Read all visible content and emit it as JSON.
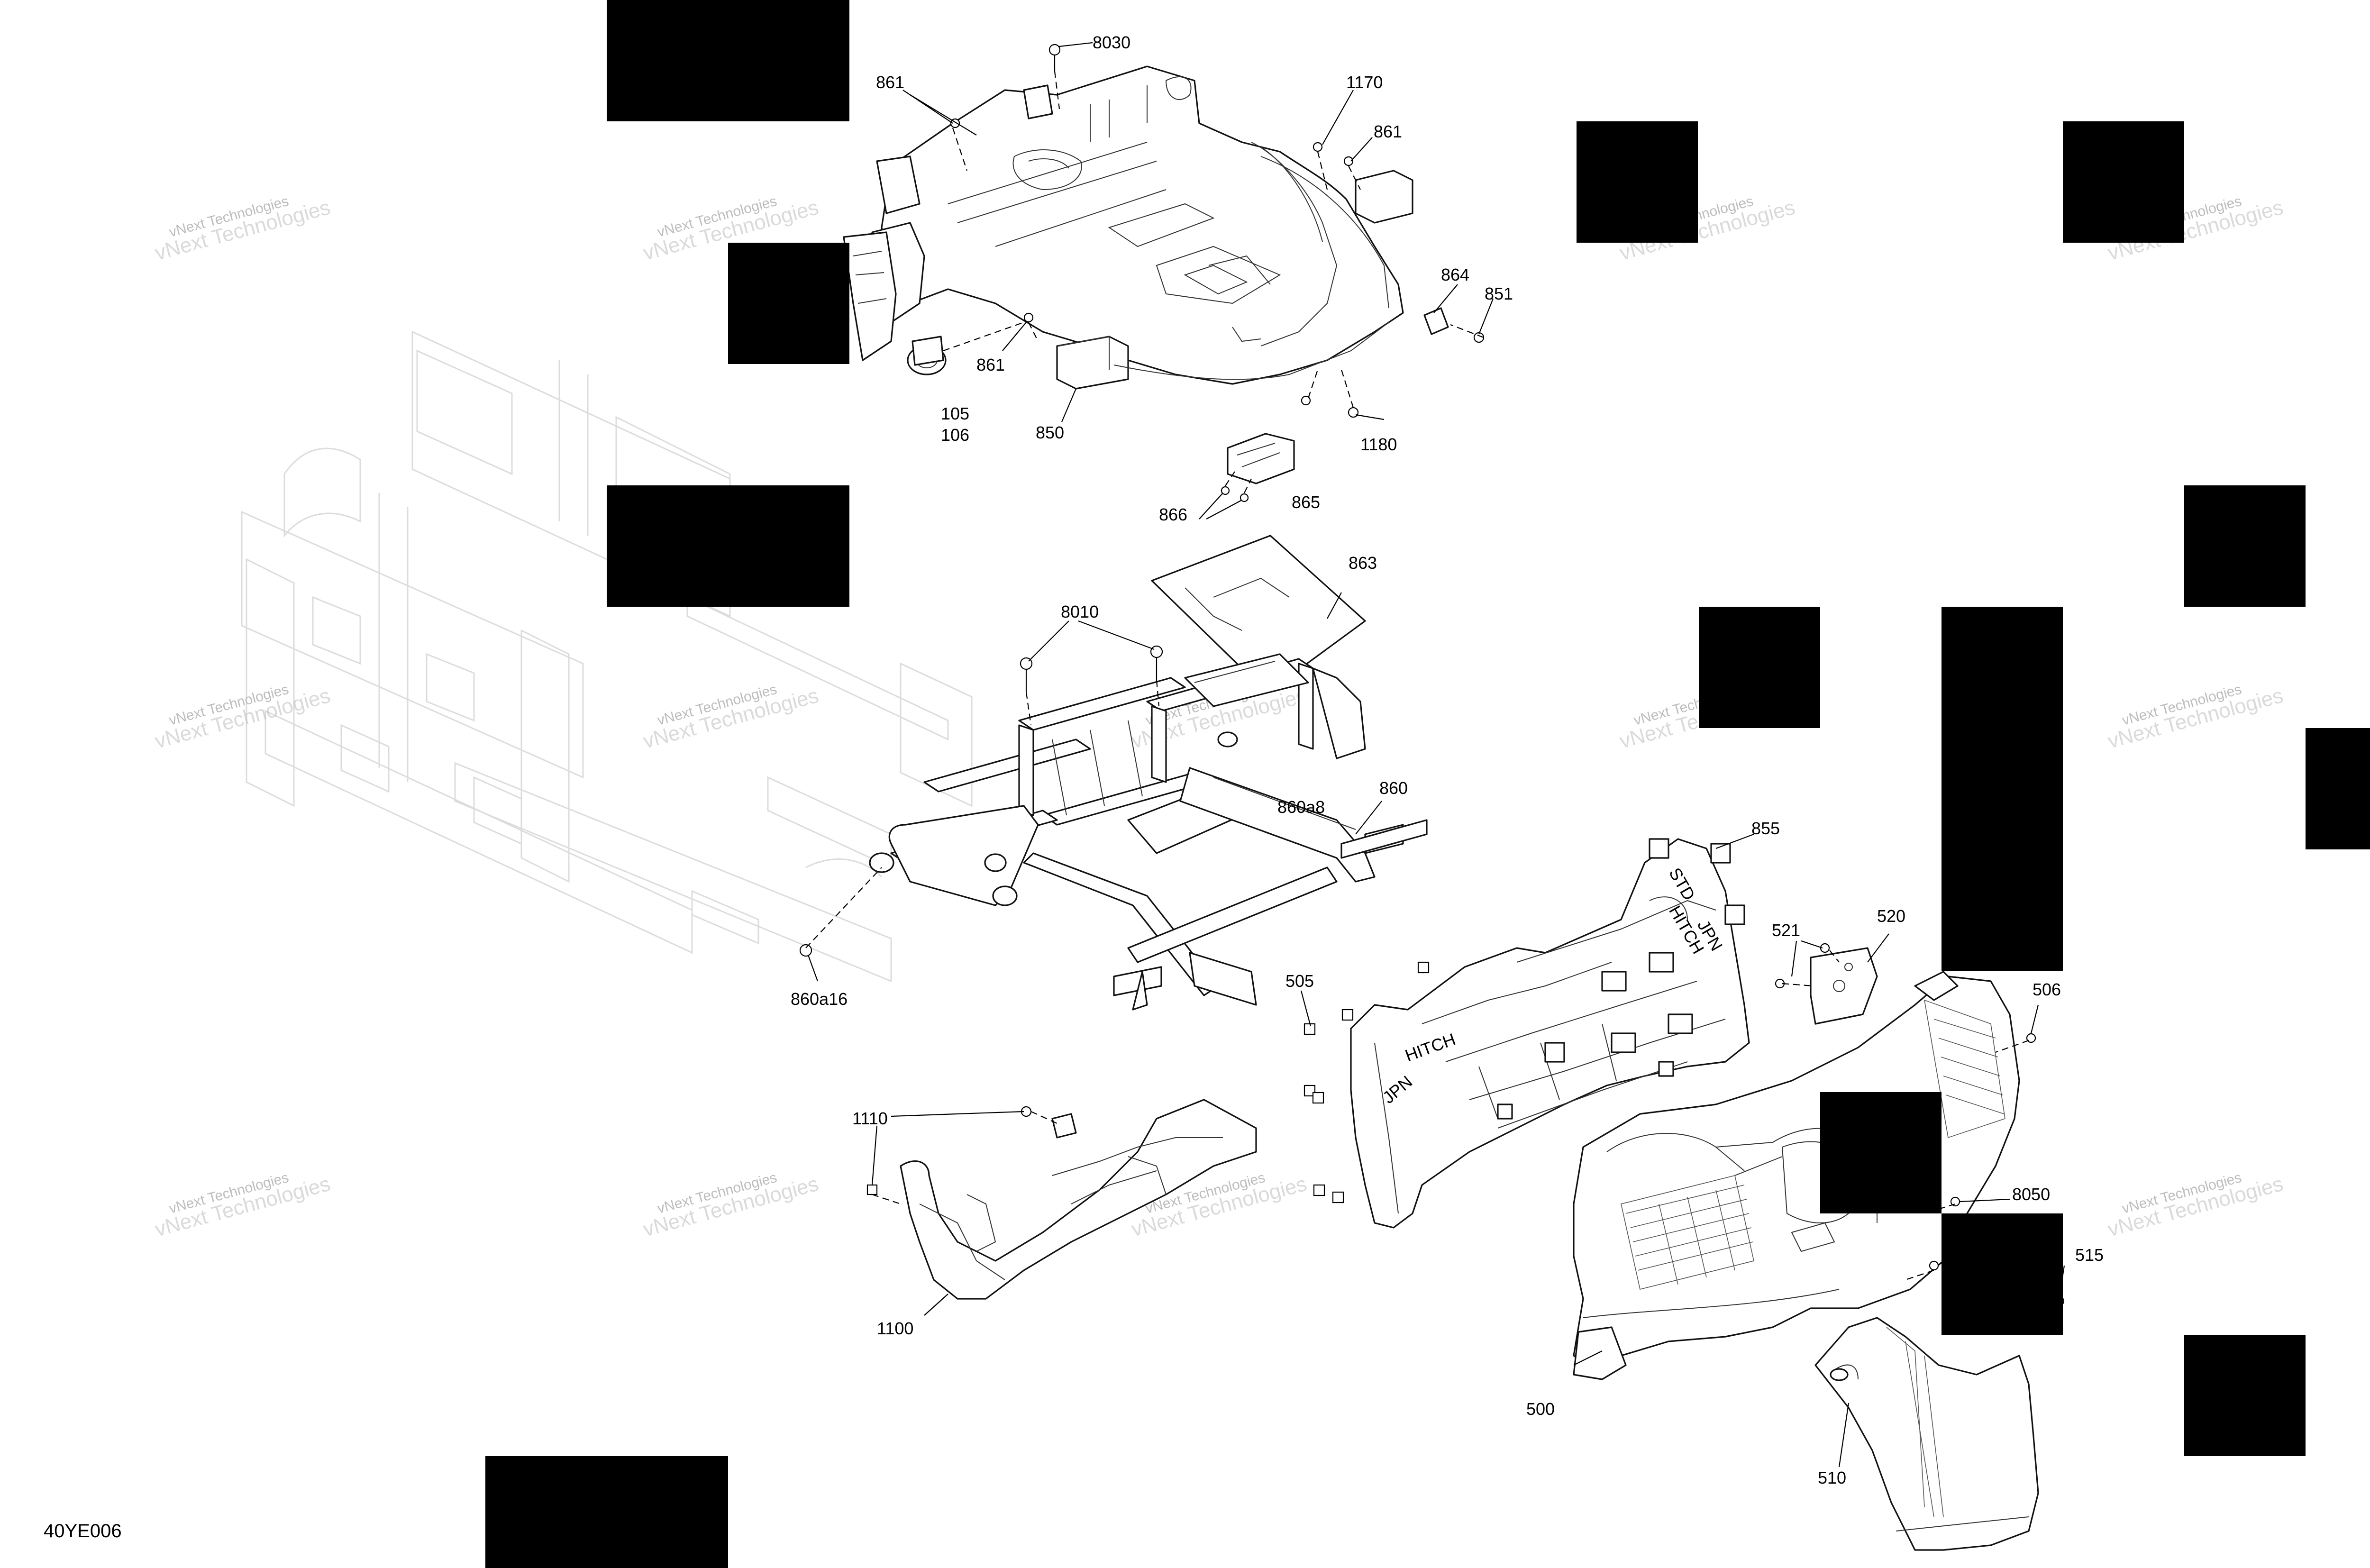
{
  "diagram_code": "40YE006",
  "watermark_text": "vNext Technologies",
  "callouts": {
    "c8030": "8030",
    "c861a": "861",
    "c1170": "1170",
    "c861b": "861",
    "c864": "864",
    "c851": "851",
    "c861c": "861",
    "c105": "105",
    "c106": "106",
    "c850": "850",
    "c1180": "1180",
    "c866": "866",
    "c865": "865",
    "c863": "863",
    "c8010": "8010",
    "c860a8": "860a8",
    "c860": "860",
    "c860a16": "860a16",
    "c855": "855",
    "c521": "521",
    "c520": "520",
    "c506": "506",
    "c505": "505",
    "c1110": "1110",
    "c1100": "1100",
    "c8050": "8050",
    "c515": "515",
    "c500": "500",
    "c510": "510"
  },
  "part_markings": {
    "std": "STD",
    "hitch_upper": "HITCH",
    "jpn_upper": "JPN",
    "hitch_lower": "HITCH",
    "jpn_lower": "JPN"
  }
}
